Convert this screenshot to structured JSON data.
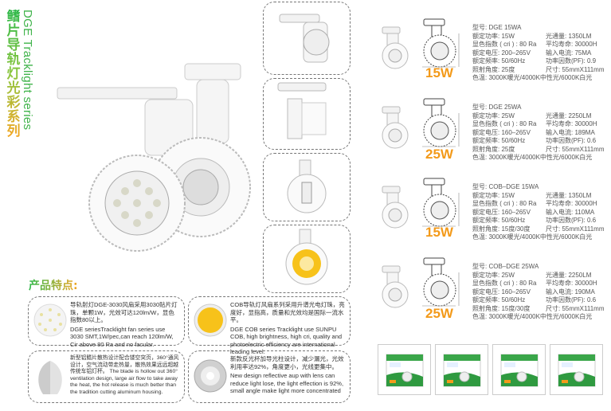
{
  "title_cn": "鳍片导轨灯光彩系列",
  "title_en": "DGE Tracklight series",
  "features_heading": "产品特点:",
  "products": [
    {
      "watt": "15W",
      "model": "型号: DGE   15WA",
      "power": "额定功率: 15W",
      "flux": "光通量: 1350LM",
      "cri": "显色指数 ( cri ) : 80 Ra",
      "life": "平均寿命: 30000H",
      "voltage": "额定电压: 200–265V",
      "current": "输入电流: 75MA",
      "freq": "额定频率: 50/60Hz",
      "pf": "功率因数(PF): 0.9",
      "angle": "照射角度: 25度",
      "size": "尺寸: 55mmX111mm",
      "cct": "色温: 3000K暖光/4000K中性光/6000K白光"
    },
    {
      "watt": "25W",
      "model": "型号: DGE   25WA",
      "power": "额定功率: 25W",
      "flux": "光通量: 2250LM",
      "cri": "显色指数 ( cri ) : 80 Ra",
      "life": "平均寿命: 30000H",
      "voltage": "额定电压: 160–265V",
      "current": "输入电流: 189MA",
      "freq": "额定频率: 50/60Hz",
      "pf": "功率因数(PF): 0.6",
      "angle": "照射角度: 25度",
      "size": "尺寸: 55mmX111mm",
      "cct": "色温: 3000K暖光/4000K中性光/6000K白光"
    },
    {
      "watt": "15W",
      "model": "型号: COB–DGE   15WA",
      "power": "额定功率: 15W",
      "flux": "光通量: 1350LM",
      "cri": "显色指数 ( cri ) : 80 Ra",
      "life": "平均寿命: 30000H",
      "voltage": "额定电压: 160–265V",
      "current": "输入电流: 110MA",
      "freq": "额定频率: 50/60Hz",
      "pf": "功率因数(PF): 0.6",
      "angle": "照射角度: 15度/30度",
      "size": "尺寸: 55mmX111mm",
      "cct": "色温: 3000K暖光/4000K中性光/6000K白光"
    },
    {
      "watt": "25W",
      "model": "型号: COB–DGE   25WA",
      "power": "额定功率: 25W",
      "flux": "光通量: 2250LM",
      "cri": "显色指数 ( cri ) : 80 Ra",
      "life": "平均寿命: 30000H",
      "voltage": "额定电压: 160–265V",
      "current": "输入电流: 190MA",
      "freq": "额定频率: 50/60Hz",
      "pf": "功率因数(PF): 0.6",
      "angle": "照射角度: 15度/30度",
      "size": "尺寸: 55mmX111mm",
      "cct": "色温: 3000K暖光/4000K中性光/6000K白光"
    }
  ],
  "features": [
    {
      "cn": "导轨射灯DGE-3030风扇采用3030贴片灯珠，单颗1W，光效可达120lm/W，显色指数80以上。",
      "en": "DGE seriesTracklight fan series use 3030 SMT,1W/pec,can reach 120lm/W, Cir above 80 Ra and no facular."
    },
    {
      "cn": "新型铝鳍片散热设计配合镂空突页，360°通风设计，空气流动带走热量，散热效果远远超越传统车铝灯杯。",
      "en": "The blade is hollow out 360° ventilation design, large air flow to take away the heat, the hot release is much better than the tradition cutting aluminum housing."
    },
    {
      "cn": "COB导轨灯风扇系列采用升谱光电灯珠，亮度好，显指高，质量和光效均是国际一流水平。",
      "en": "DGE COB series Tracklight use SUNPU COB, high brightness, high cri, quality and photoelectric efficiency are international leading level."
    },
    {
      "cn": "新款反光杯加导光柱设计，减少漏光，光效利用率达92%，角度更小，光线更集中。",
      "en": "New design reflective aup with lens can reduce light lose, the light effection is 92%, small angle make light more concentrated"
    }
  ],
  "colors": {
    "green": "#2eb84a",
    "orange": "#f39a1a",
    "cob_yellow": "#f7c21a"
  }
}
